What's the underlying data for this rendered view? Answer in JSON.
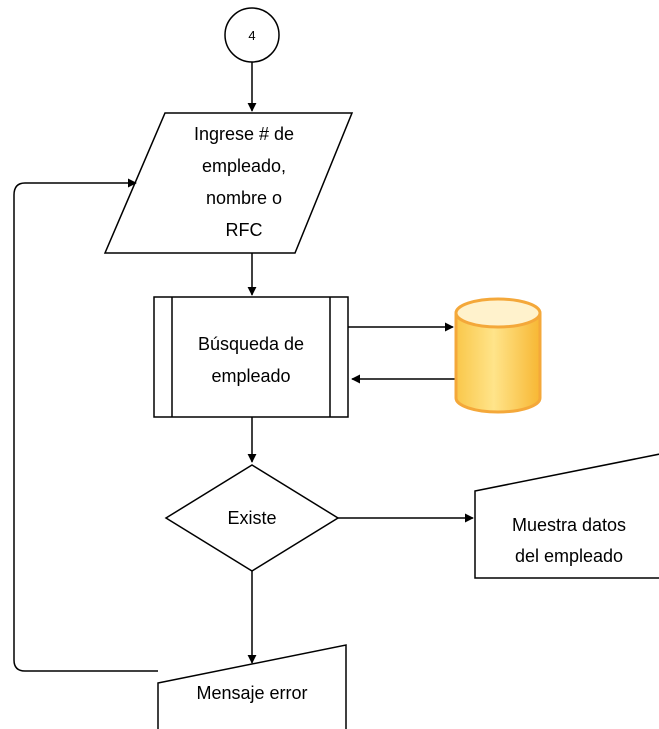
{
  "diagram": {
    "connector": {
      "label": "4"
    },
    "input_step": {
      "lines": [
        "Ingrese # de",
        "empleado,",
        "nombre o",
        "RFC"
      ]
    },
    "process_step": {
      "lines": [
        "Búsqueda de",
        "empleado"
      ]
    },
    "decision": {
      "label": "Existe"
    },
    "display_step": {
      "lines": [
        "Muestra datos",
        "del empleado"
      ]
    },
    "error_step": {
      "label": "Mensaje error"
    }
  },
  "colors": {
    "line": "#000000",
    "database_fill": "#FFD766",
    "database_top": "#FFF2CC",
    "database_stroke": "#F4A83A"
  }
}
